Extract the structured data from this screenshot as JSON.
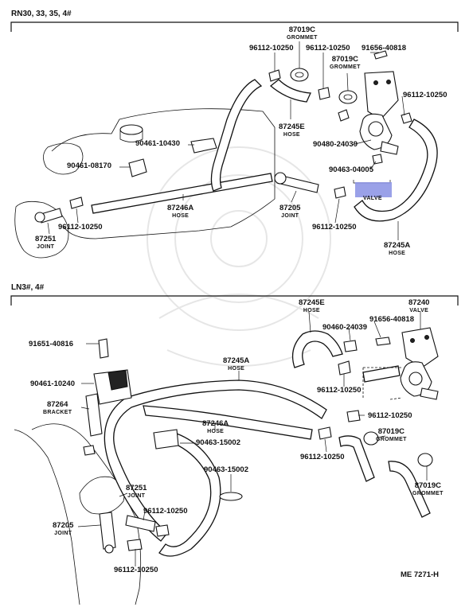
{
  "section_top": {
    "title": "RN30, 33, 35, 4#",
    "labels": [
      {
        "id": "p87019c_a",
        "num": "87019C",
        "sub": "GROMMET"
      },
      {
        "id": "p96112_a",
        "num": "96112-10250",
        "sub": ""
      },
      {
        "id": "p96112_b",
        "num": "96112-10250",
        "sub": ""
      },
      {
        "id": "p91656_a",
        "num": "91656-40818",
        "sub": ""
      },
      {
        "id": "p87019c_b",
        "num": "87019C",
        "sub": "GROMMET"
      },
      {
        "id": "p96112_c",
        "num": "96112-10250",
        "sub": ""
      },
      {
        "id": "p87245e_a",
        "num": "87245E",
        "sub": "HOSE"
      },
      {
        "id": "p90461_10430",
        "num": "90461-10430",
        "sub": ""
      },
      {
        "id": "p90480_a",
        "num": "90480-24039",
        "sub": ""
      },
      {
        "id": "p90461_08170",
        "num": "90461-08170",
        "sub": ""
      },
      {
        "id": "p90463_04005",
        "num": "90463-04005",
        "sub": ""
      },
      {
        "id": "p87240_a",
        "num": "",
        "sub": "VALVE"
      },
      {
        "id": "p87246a_a",
        "num": "87246A",
        "sub": "HOSE"
      },
      {
        "id": "p87205_a",
        "num": "87205",
        "sub": "JOINT"
      },
      {
        "id": "p96112_d",
        "num": "96112-10250",
        "sub": ""
      },
      {
        "id": "p96112_e",
        "num": "96112-10250",
        "sub": ""
      },
      {
        "id": "p87251_a",
        "num": "87251",
        "sub": "JOINT"
      },
      {
        "id": "p87245a_a",
        "num": "87245A",
        "sub": "HOSE"
      }
    ]
  },
  "section_bottom": {
    "title": "LN3#, 4#",
    "labels": [
      {
        "id": "q87245e",
        "num": "87245E",
        "sub": "HOSE"
      },
      {
        "id": "q87240",
        "num": "87240",
        "sub": "VALVE"
      },
      {
        "id": "q90460",
        "num": "90460-24039",
        "sub": ""
      },
      {
        "id": "q91656",
        "num": "91656-40818",
        "sub": ""
      },
      {
        "id": "q91651",
        "num": "91651-40816",
        "sub": ""
      },
      {
        "id": "q87245a",
        "num": "87245A",
        "sub": "HOSE"
      },
      {
        "id": "q90461",
        "num": "90461-10240",
        "sub": ""
      },
      {
        "id": "q96112_a",
        "num": "96112-10250",
        "sub": ""
      },
      {
        "id": "q87264",
        "num": "87264",
        "sub": "BRACKET"
      },
      {
        "id": "q96112_b",
        "num": "96112-10250",
        "sub": ""
      },
      {
        "id": "q87246a",
        "num": "87246A",
        "sub": "HOSE"
      },
      {
        "id": "q87019c_a",
        "num": "87019C",
        "sub": "GROMMET"
      },
      {
        "id": "q90463_15002_a",
        "num": "90463-15002",
        "sub": ""
      },
      {
        "id": "q96112_c",
        "num": "96112-10250",
        "sub": ""
      },
      {
        "id": "q90463_15002_b",
        "num": "90463-15002",
        "sub": ""
      },
      {
        "id": "q87019c_b",
        "num": "87019C",
        "sub": "GROMMET"
      },
      {
        "id": "q87251",
        "num": "87251",
        "sub": "JOINT"
      },
      {
        "id": "q96112_d",
        "num": "96112-10250",
        "sub": ""
      },
      {
        "id": "q87205",
        "num": "87205",
        "sub": "JOINT"
      },
      {
        "id": "q96112_e",
        "num": "96112-10250",
        "sub": ""
      }
    ]
  },
  "figure_code": "ME 7271-H",
  "colors": {
    "highlight": "#8f97e6",
    "ink": "#111111",
    "paper": "#ffffff"
  }
}
